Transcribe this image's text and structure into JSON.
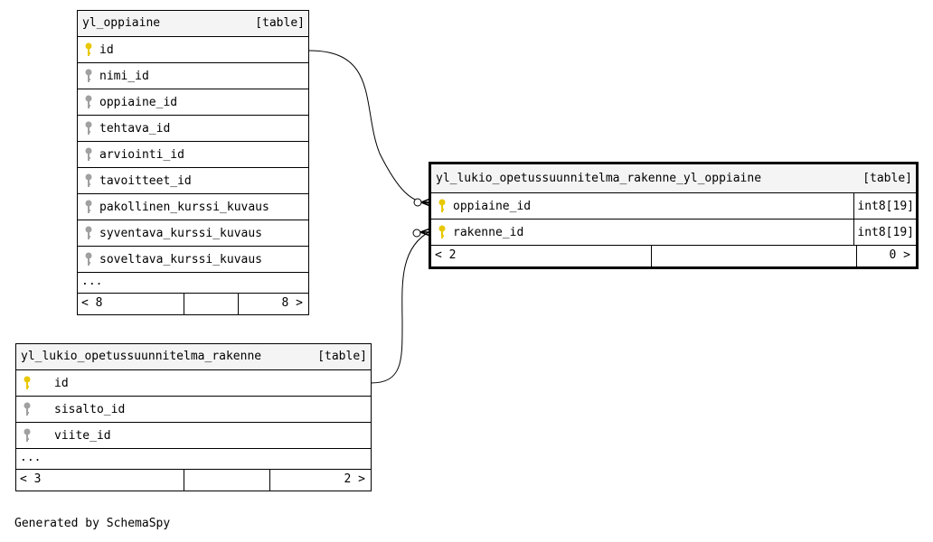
{
  "tables": {
    "yl_oppiaine": {
      "name": "yl_oppiaine",
      "kind": "[table]",
      "columns": [
        {
          "name": "id",
          "key": "primary"
        },
        {
          "name": "nimi_id",
          "key": "index"
        },
        {
          "name": "oppiaine_id",
          "key": "index"
        },
        {
          "name": "tehtava_id",
          "key": "index"
        },
        {
          "name": "arviointi_id",
          "key": "index"
        },
        {
          "name": "tavoitteet_id",
          "key": "index"
        },
        {
          "name": "pakollinen_kurssi_kuvaus",
          "key": "index"
        },
        {
          "name": "syventava_kurssi_kuvaus",
          "key": "index"
        },
        {
          "name": "soveltava_kurssi_kuvaus",
          "key": "index"
        }
      ],
      "more": "...",
      "footer": {
        "parents": "< 8",
        "children": "8 >"
      }
    },
    "rakenne_oppiaine": {
      "name": "yl_lukio_opetussuunnitelma_rakenne_yl_oppiaine",
      "kind": "[table]",
      "columns": [
        {
          "name": "oppiaine_id",
          "key": "primary",
          "type": "int8[19]"
        },
        {
          "name": "rakenne_id",
          "key": "primary",
          "type": "int8[19]"
        }
      ],
      "footer": {
        "parents": "< 2",
        "children": "0 >"
      }
    },
    "rakenne": {
      "name": "yl_lukio_opetussuunnitelma_rakenne",
      "kind": "[table]",
      "columns": [
        {
          "name": "id",
          "key": "primary"
        },
        {
          "name": "sisalto_id",
          "key": "index"
        },
        {
          "name": "viite_id",
          "key": "index"
        }
      ],
      "more": "...",
      "footer": {
        "parents": "< 3",
        "children": "2 >"
      }
    }
  },
  "colors": {
    "primary_key": "#e8c800",
    "index_key": "#a0a0a0",
    "header_bg": "#f4f4f4"
  },
  "caption": "Generated by SchemaSpy"
}
